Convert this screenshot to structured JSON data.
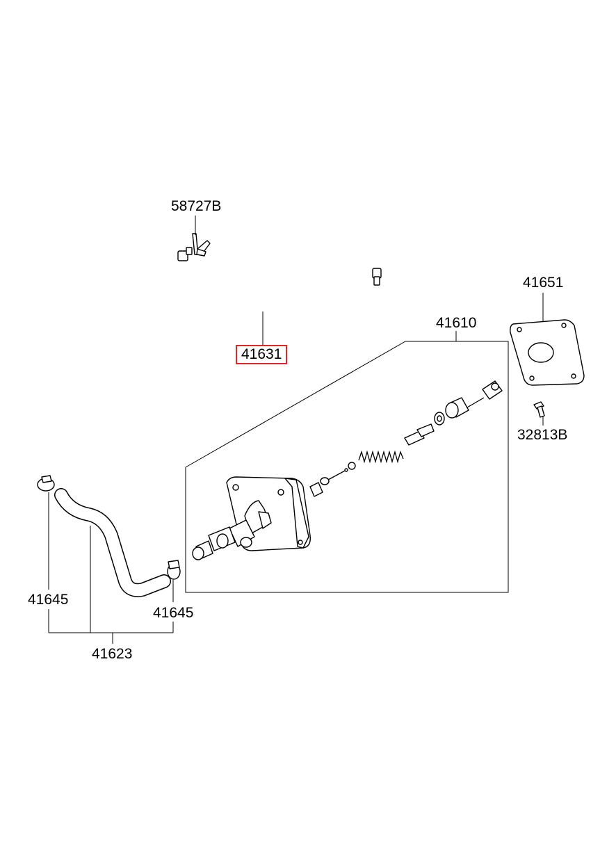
{
  "labels": {
    "clamp_bracket": "58727B",
    "clutch_tube": "41631",
    "master_cylinder_assy": "41610",
    "gasket_plate": "41651",
    "bolt": "32813B",
    "hose_clamp_left": "41645",
    "hose_clamp_right": "41645",
    "reservoir_hose": "41623"
  },
  "highlight_color": "#e0262b"
}
